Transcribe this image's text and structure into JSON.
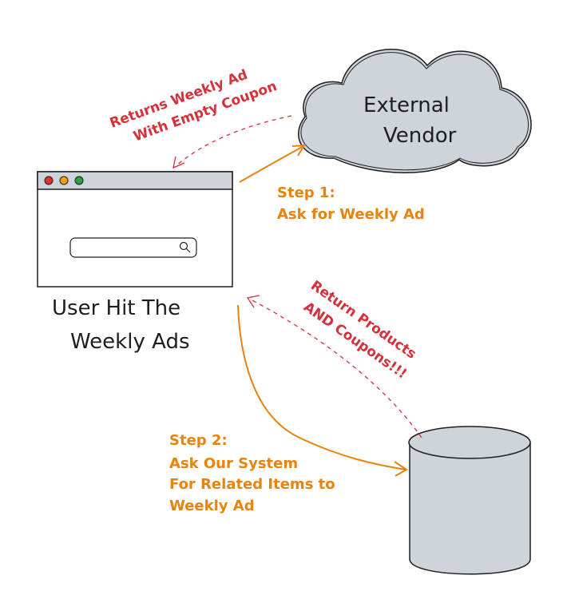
{
  "colors": {
    "orange": "#e8830c",
    "red": "#d6303a",
    "cloud_fill": "#ced4da",
    "db_fill": "#ced4da",
    "browser_bar": "#ced4da",
    "dot_red": "#e03131",
    "dot_yellow": "#f0a30a",
    "dot_green": "#2f9e44"
  },
  "icons": [
    "search-icon"
  ],
  "cloud": {
    "line1": "External",
    "line2": "Vendor"
  },
  "browser_caption": {
    "line1": "User Hit The",
    "line2": "Weekly Ads"
  },
  "step1": {
    "line1": "Step 1:",
    "line2": "Ask for Weekly Ad"
  },
  "step2": {
    "line1": "Step 2:",
    "line2": "Ask Our System",
    "line3": "For Related Items to",
    "line4": "Weekly Ad"
  },
  "returns_weekly": {
    "line1": "Returns Weekly Ad",
    "line2": "With Empty Coupon"
  },
  "return_products": {
    "line1": "Return Products",
    "line2": "AND Coupons!!!"
  }
}
